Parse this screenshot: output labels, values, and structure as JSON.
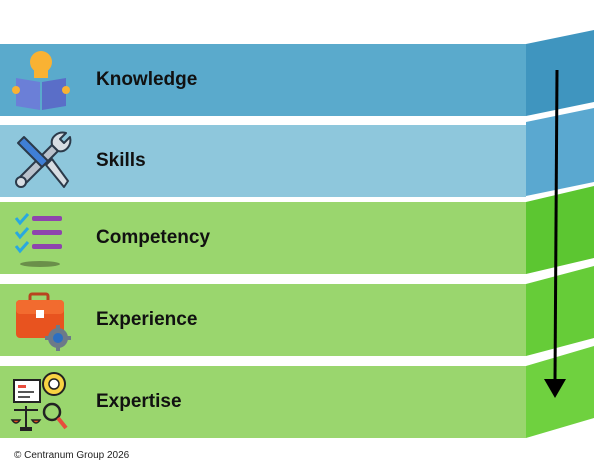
{
  "steps": [
    {
      "label": "Knowledge",
      "icon": "reading-person-icon",
      "color": "#5aaacc"
    },
    {
      "label": "Skills",
      "icon": "wrench-screwdriver-icon",
      "color": "#8ec7dc"
    },
    {
      "label": "Competency",
      "icon": "checklist-icon",
      "color": "#9ad66e"
    },
    {
      "label": "Experience",
      "icon": "briefcase-gear-icon",
      "color": "#9ad66e"
    },
    {
      "label": "Expertise",
      "icon": "scales-magnifier-icon",
      "color": "#9ad66e"
    }
  ],
  "colors": {
    "side_blue_dark": "#3f95bf",
    "side_blue_light": "#64b0d6",
    "side_green_dark": "#5cc631",
    "side_green_light": "#7bd84c",
    "arrow": "#000000"
  },
  "footer": "© Centranum Group 2026"
}
